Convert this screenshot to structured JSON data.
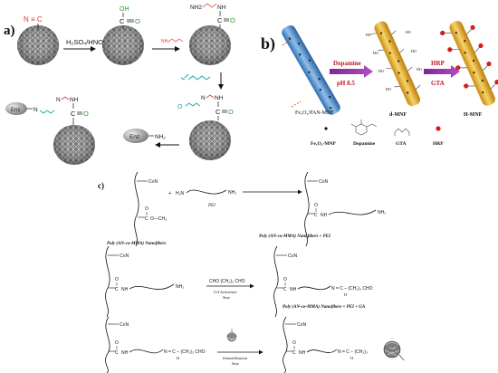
{
  "panel_a": {
    "label": "a)",
    "nitrile_group": "N ≡ C",
    "acid_reagent": "H₂SO₄/HNO₃",
    "carboxyl_oh": "OH",
    "carboxyl_c": "C",
    "carboxyl_o": "O",
    "amine_nh2": "NH2",
    "amine_nh": "NH",
    "amide_c": "C",
    "amide_o": "O",
    "amide_n": "N",
    "amine_small": "NH₂",
    "enzyme_label": "Enz",
    "enzyme_nh2": "NH₂",
    "imine_n": "N"
  },
  "panel_b": {
    "label": "b)",
    "fiber_1_label": "Fe₃O₄/PAN-MNF",
    "fiber_2_label": "d-MNF",
    "fiber_3_label": "H-MNF",
    "arrow_1_top": "Dopamine",
    "arrow_1_bottom": "pH 8.5",
    "arrow_2_top": "HRP",
    "arrow_2_bottom": "GTA",
    "legend": [
      "Fe₃O₄-MNP",
      "Dopamine",
      "GTA",
      "HRP"
    ],
    "ho_label": "HO"
  },
  "panel_c": {
    "label": "c)",
    "cn": "C≡N",
    "h2n": "H₂N",
    "nh2": "NH₂",
    "plus": "+",
    "pei": "PEI",
    "ester_o": "O",
    "ester_c": "C",
    "ester_och3": "O—CH₃",
    "nh": "NH",
    "caption_1": "Poly (AN-co-MMA) Nanofibers",
    "caption_2": "Poly (AN-co-MMA) Nanofibers  +  PEI",
    "caption_3": "Poly (AN-co-MMA) Nanofibers  +  PEI  + GA",
    "ga_reagent": "CHO (CH₂)₃ CHO",
    "ga_step_1": "GA Activation",
    "ga_step_2": "Step",
    "imine_chain": "N = C – (CH₂)₃ CHO",
    "imine_chain_short": "N = C – (CH₂)₃",
    "h": "H",
    "immob_1": "Immobilization",
    "immob_2": "Step"
  }
}
